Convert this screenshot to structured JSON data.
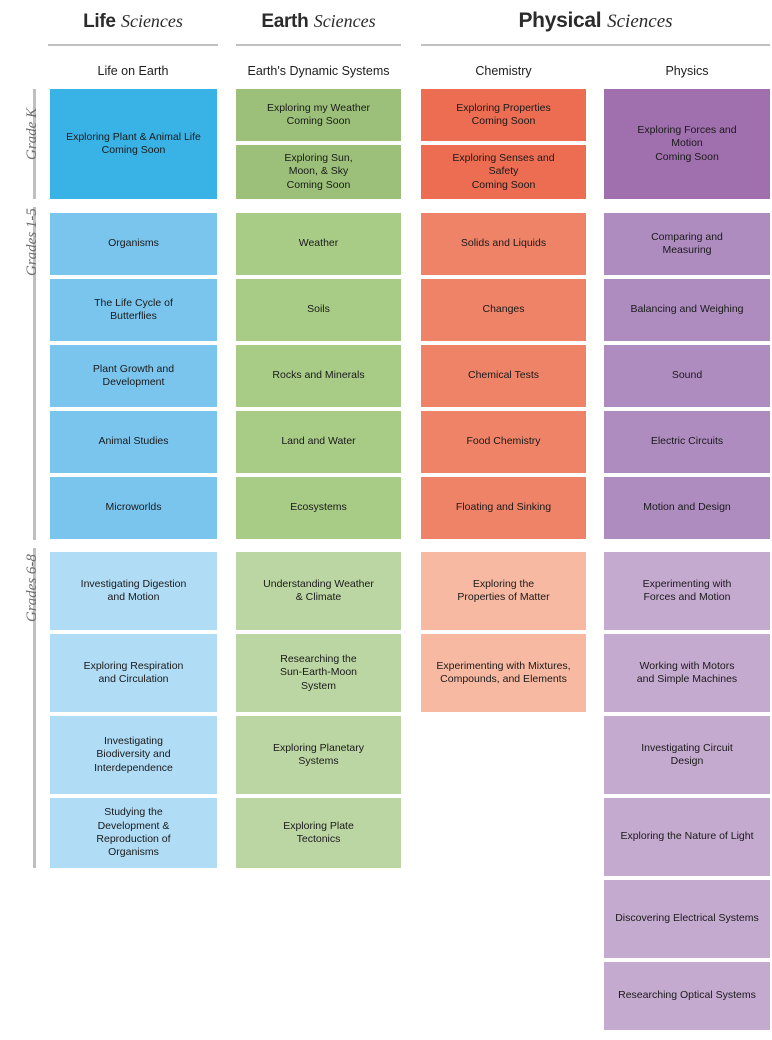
{
  "header": {
    "groups": [
      {
        "strong": "Life",
        "light": "Sciences"
      },
      {
        "strong": "Earth",
        "light": "Sciences"
      },
      {
        "strong": "Physical",
        "light": "Sciences"
      }
    ]
  },
  "columns": [
    {
      "id": "life-on-earth",
      "label": "Life on Earth",
      "color": "#7ac5ee"
    },
    {
      "id": "earths-dynamic-systems",
      "label": "Earth's Dynamic Systems",
      "color": "#9cc079"
    },
    {
      "id": "chemistry",
      "label": "Chemistry",
      "color": "#ef8368"
    },
    {
      "id": "physics",
      "label": "Physics",
      "color": "#a078ad"
    }
  ],
  "grades": [
    {
      "id": "grade-k",
      "label": "Grade K"
    },
    {
      "id": "grades-1-5",
      "label": "Grades 1-5"
    },
    {
      "id": "grades-6-8",
      "label": "Grades 6-8"
    }
  ],
  "palette": {
    "life_k": "#39b2e5",
    "life_15": "#7ac5ee",
    "life_68": "#b0dcf5",
    "earth_k": "#9cc079",
    "earth_15": "#a8cb86",
    "earth_68": "#bcd6a3",
    "chem_k": "#ec6d52",
    "chem_15": "#ef8368",
    "chem_68": "#f7b9a2",
    "phys_k": "#a06fae",
    "phys_15": "#ae8cc0",
    "phys_68": "#c5aacf"
  },
  "cells": {
    "grade_k": {
      "life-on-earth": [
        {
          "text": "Exploring Plant & Animal Life\nComing Soon"
        }
      ],
      "earths-dynamic-systems": [
        {
          "text": "Exploring my Weather\nComing Soon"
        },
        {
          "text": "Exploring Sun,\nMoon, & Sky\nComing Soon"
        }
      ],
      "chemistry": [
        {
          "text": "Exploring Properties\nComing Soon"
        },
        {
          "text": "Exploring Senses and\nSafety\nComing Soon"
        }
      ],
      "physics": [
        {
          "text": "Exploring Forces and\nMotion\nComing Soon"
        }
      ]
    },
    "grades_1_5": {
      "life-on-earth": [
        {
          "text": "Organisms"
        },
        {
          "text": "The Life Cycle of\nButterflies"
        },
        {
          "text": "Plant Growth and\nDevelopment"
        },
        {
          "text": "Animal Studies"
        },
        {
          "text": "Microworlds"
        }
      ],
      "earths-dynamic-systems": [
        {
          "text": "Weather"
        },
        {
          "text": "Soils"
        },
        {
          "text": "Rocks and Minerals"
        },
        {
          "text": "Land and Water"
        },
        {
          "text": "Ecosystems"
        }
      ],
      "chemistry": [
        {
          "text": "Solids and Liquids"
        },
        {
          "text": "Changes"
        },
        {
          "text": "Chemical Tests"
        },
        {
          "text": "Food Chemistry"
        },
        {
          "text": "Floating and Sinking"
        }
      ],
      "physics": [
        {
          "text": "Comparing and\nMeasuring"
        },
        {
          "text": "Balancing and Weighing"
        },
        {
          "text": "Sound"
        },
        {
          "text": "Electric Circuits"
        },
        {
          "text": "Motion and Design"
        }
      ]
    },
    "grades_6_8": {
      "life-on-earth": [
        {
          "text": "Investigating Digestion\nand Motion"
        },
        {
          "text": "Exploring Respiration\nand Circulation"
        },
        {
          "text": "Investigating\nBiodiversity and\nInterdependence"
        },
        {
          "text": "Studying the\nDevelopment &\nReproduction of\nOrganisms"
        }
      ],
      "earths-dynamic-systems": [
        {
          "text": "Understanding Weather\n& Climate"
        },
        {
          "text": "Researching the\nSun-Earth-Moon\nSystem"
        },
        {
          "text": "Exploring Planetary\nSystems"
        },
        {
          "text": "Exploring Plate\nTectonics"
        }
      ],
      "chemistry": [
        {
          "text": "Exploring the\nProperties of Matter"
        },
        {
          "text": "Experimenting with Mixtures,\nCompounds, and Elements"
        }
      ],
      "physics": [
        {
          "text": "Experimenting with\nForces and Motion"
        },
        {
          "text": "Working with Motors\nand Simple Machines"
        },
        {
          "text": "Investigating Circuit\nDesign"
        },
        {
          "text": "Exploring the Nature of Light"
        },
        {
          "text": "Discovering Electrical Systems"
        },
        {
          "text": "Researching Optical Systems"
        }
      ]
    }
  }
}
